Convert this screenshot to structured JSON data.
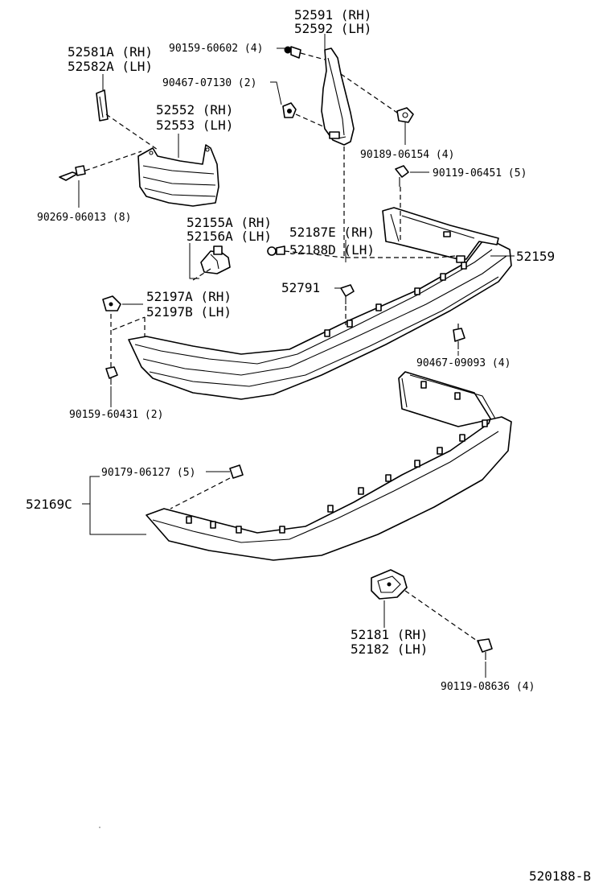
{
  "labels": {
    "p52591": "52591 (RH)",
    "p52592": "52592 (LH)",
    "p90159_60602": "90159-60602 (4)",
    "p52581A": "52581A (RH)",
    "p52582A": "52582A (LH)",
    "p90467_07130": "90467-07130 (2)",
    "p52552": "52552 (RH)",
    "p52553": "52553 (LH)",
    "p90189_06154": "90189-06154 (4)",
    "p90119_06451": "90119-06451 (5)",
    "p90269_06013": "90269-06013 (8)",
    "p52155A": "52155A (RH)",
    "p52156A": "52156A (LH)",
    "p52187E": "52187E (RH)",
    "p52188D": "52188D (LH)",
    "p52159": "52159",
    "p52791": "52791",
    "p52197A": "52197A (RH)",
    "p52197B": "52197B (LH)",
    "p90467_09093": "90467-09093 (4)",
    "p90159_60431": "90159-60431 (2)",
    "p90179_06127": "90179-06127 (5)",
    "p52169C": "52169C",
    "p52181": "52181 (RH)",
    "p52182": "52182 (LH)",
    "p90119_08636": "90119-08636 (4)",
    "figure_code": "520188-B"
  }
}
